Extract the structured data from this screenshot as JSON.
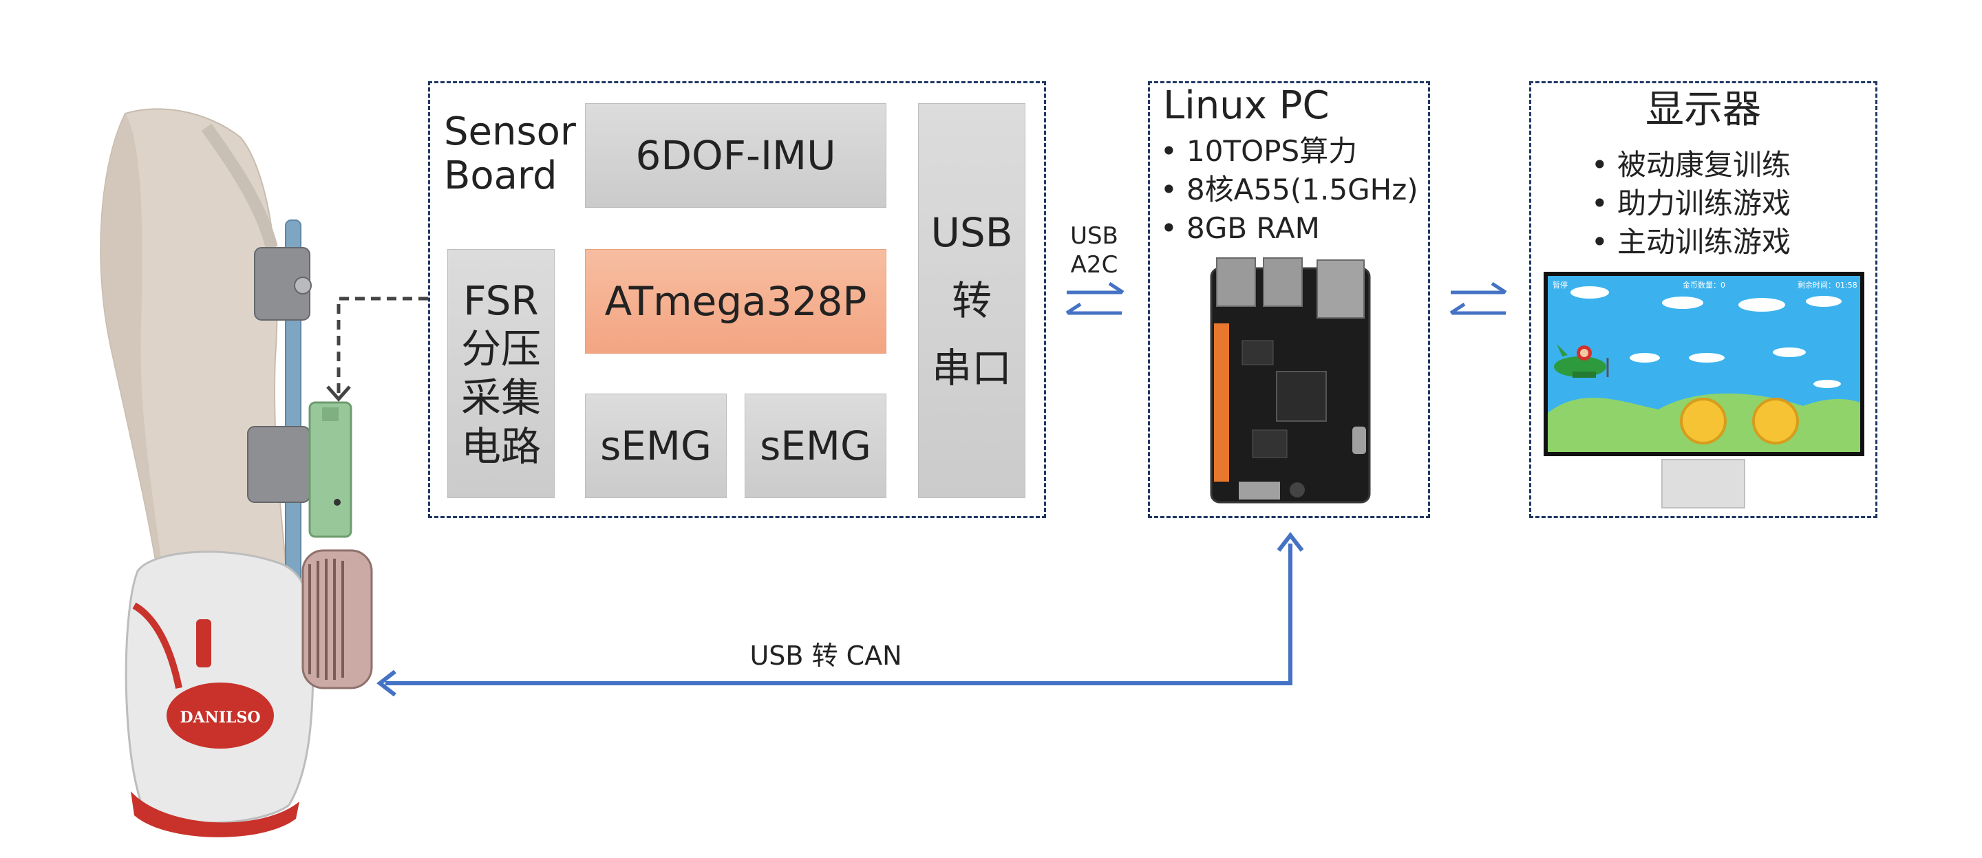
{
  "sensor_board": {
    "title_line1": "Sensor",
    "title_line2": "Board",
    "imu": "6DOF-IMU",
    "mcu": "ATmega328P",
    "fsr": [
      "FSR",
      "分压",
      "采集",
      "电路"
    ],
    "semg_left": "sEMG",
    "semg_right": "sEMG",
    "usb_serial": [
      "USB",
      "转",
      "串口"
    ]
  },
  "link_usb_a2c": {
    "line1": "USB",
    "line2": "A2C"
  },
  "linux_pc": {
    "title": "Linux PC",
    "specs": [
      "10TOPS算力",
      "8核A55(1.5GHz)",
      "8GB RAM"
    ]
  },
  "display": {
    "title": "显示器",
    "modes": [
      "被动康复训练",
      "助力训练游戏",
      "主动训练游戏"
    ],
    "game_hud": [
      "暂停",
      "金币数量：0",
      "剩余时间：01:58"
    ]
  },
  "link_usb_can": "USB 转 CAN",
  "shoe_logo": "DANILSO",
  "colors": {
    "frame": "#1f3864",
    "arrow": "#4472c4",
    "mcu_fill": "#f4b183",
    "box_fill": "#d0d0d0",
    "sky": "#3bb2ee"
  }
}
